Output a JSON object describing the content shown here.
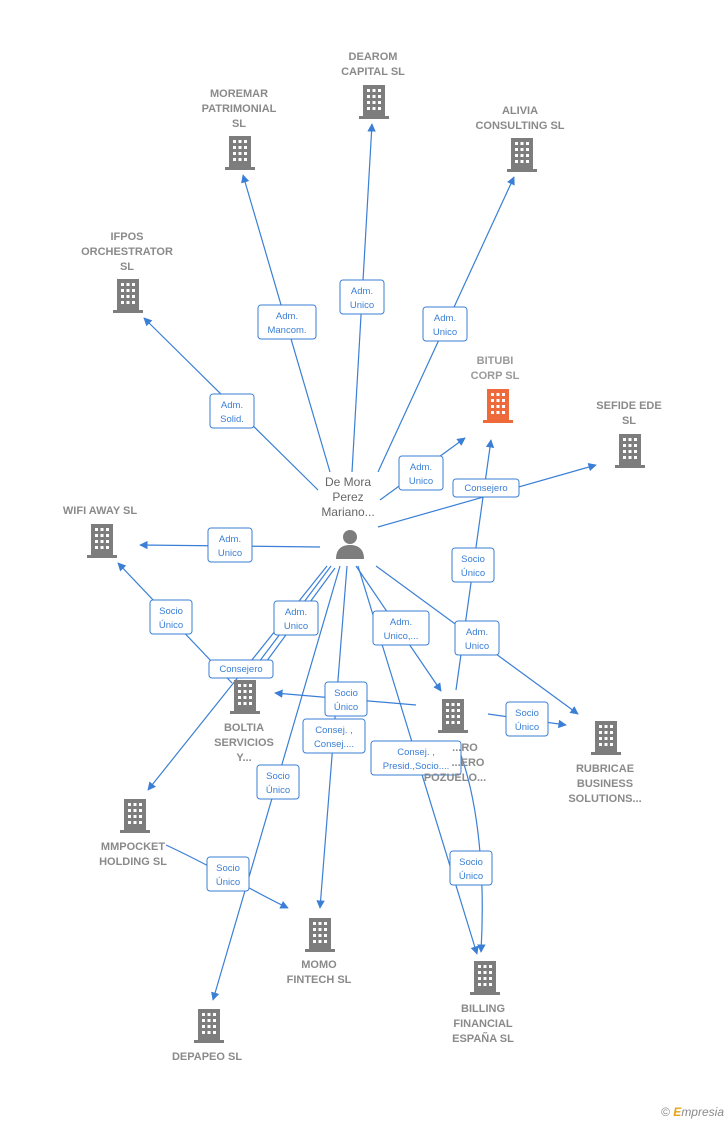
{
  "colors": {
    "edge": "#3a7fd5",
    "building": "#7d7d7d",
    "focus_building": "#ee6a3a",
    "label": "#8a8a8a"
  },
  "center": {
    "name": "De Mora Perez Mariano...",
    "lines": [
      "De Mora",
      "Perez",
      "Mariano..."
    ],
    "icon": "person-icon"
  },
  "companies": [
    {
      "id": "dearom",
      "lines": [
        "DEAROM",
        "CAPITAL SL"
      ],
      "focus": false
    },
    {
      "id": "moremar",
      "lines": [
        "MOREMAR",
        "PATRIMONIAL",
        "SL"
      ],
      "focus": false
    },
    {
      "id": "alivia",
      "lines": [
        "ALIVIA",
        "CONSULTING SL"
      ],
      "focus": false
    },
    {
      "id": "ifpos",
      "lines": [
        "IFPOS",
        "ORCHESTRATOR",
        "SL"
      ],
      "focus": false
    },
    {
      "id": "bitubi",
      "lines": [
        "BITUBI",
        "CORP  SL"
      ],
      "focus": true
    },
    {
      "id": "sefide",
      "lines": [
        "SEFIDE EDE",
        "SL"
      ],
      "focus": false
    },
    {
      "id": "wifi",
      "lines": [
        "WIFI AWAY  SL"
      ],
      "focus": false
    },
    {
      "id": "boltia",
      "lines": [
        "BOLTIA",
        "SERVICIOS",
        "Y..."
      ],
      "focus": false
    },
    {
      "id": "otro",
      "lines": [
        "...RO",
        "...ERO",
        "POZUELO..."
      ],
      "focus": false
    },
    {
      "id": "rubricae",
      "lines": [
        "RUBRICAE",
        "BUSINESS",
        "SOLUTIONS..."
      ],
      "focus": false
    },
    {
      "id": "mmpocket",
      "lines": [
        "MMPOCKET",
        "HOLDING SL"
      ],
      "focus": false
    },
    {
      "id": "momo",
      "lines": [
        "MOMO",
        "FINTECH  SL"
      ],
      "focus": false
    },
    {
      "id": "billing",
      "lines": [
        "BILLING",
        "FINANCIAL",
        "ESPAÑA  SL"
      ],
      "focus": false
    },
    {
      "id": "depapeo",
      "lines": [
        "DEPAPEO  SL"
      ],
      "focus": false
    }
  ],
  "relations": [
    {
      "id": "r-dearom",
      "lines": [
        "Adm.",
        "Unico"
      ]
    },
    {
      "id": "r-moremar",
      "lines": [
        "Adm.",
        "Mancom."
      ]
    },
    {
      "id": "r-alivia",
      "lines": [
        "Adm.",
        "Unico"
      ]
    },
    {
      "id": "r-ifpos",
      "lines": [
        "Adm.",
        "Solid."
      ]
    },
    {
      "id": "r-bitubi",
      "lines": [
        "Adm.",
        "Unico"
      ]
    },
    {
      "id": "r-sefide",
      "lines": [
        "Consejero"
      ]
    },
    {
      "id": "r-wifi",
      "lines": [
        "Adm.",
        "Unico"
      ]
    },
    {
      "id": "r-otro-bitubi",
      "lines": [
        "Socio",
        "Único"
      ]
    },
    {
      "id": "r-boltia-wifi",
      "lines": [
        "Socio",
        "Único"
      ]
    },
    {
      "id": "r-boltia",
      "lines": [
        "Adm.",
        "Unico"
      ]
    },
    {
      "id": "r-otro",
      "lines": [
        "Adm.",
        "Unico,..."
      ]
    },
    {
      "id": "r-rubricae",
      "lines": [
        "Adm.",
        "Unico"
      ]
    },
    {
      "id": "r-consejero-boltia",
      "lines": [
        "Consejero"
      ]
    },
    {
      "id": "r-otro-boltia",
      "lines": [
        "Socio",
        "Único"
      ]
    },
    {
      "id": "r-momo",
      "lines": [
        "Consej. ,",
        "Consej...."
      ]
    },
    {
      "id": "r-billing",
      "lines": [
        "Consej. ,",
        "Presid.,Socio...."
      ]
    },
    {
      "id": "r-otro-rubricae",
      "lines": [
        "Socio",
        "Único"
      ]
    },
    {
      "id": "r-depapeo",
      "lines": [
        "Socio",
        "Único"
      ]
    },
    {
      "id": "r-mmpocket-momo",
      "lines": [
        "Socio",
        "Único"
      ]
    },
    {
      "id": "r-otro-billing",
      "lines": [
        "Socio",
        "Único"
      ]
    }
  ],
  "footer": {
    "copyright": "©",
    "brand_initial": "E",
    "brand_rest": "mpresia"
  }
}
